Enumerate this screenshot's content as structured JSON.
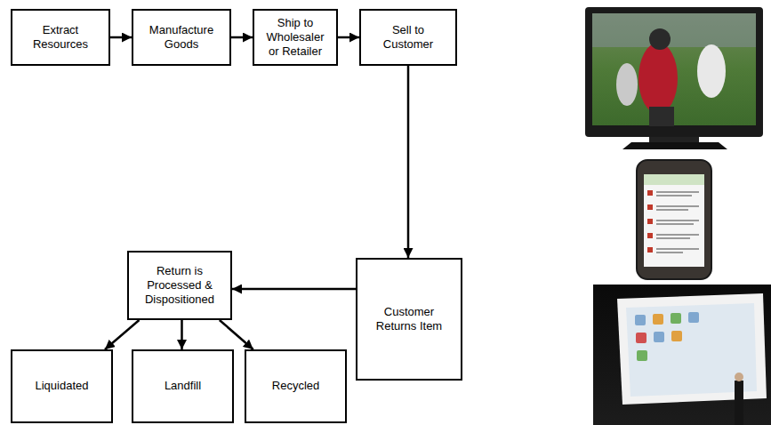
{
  "diagram": {
    "nodes": [
      {
        "text": [
          "Extract Resources"
        ]
      },
      {
        "text": [
          "Manufacture Goods"
        ]
      },
      {
        "text": [
          "Ship to Wholesaler or Retailer"
        ]
      },
      {
        "text": [
          "Sell to Customer"
        ]
      },
      {
        "text": [
          "Return is Processed & Dispositioned"
        ]
      },
      {
        "text": [
          "Customer Returns Item"
        ]
      },
      {
        "text": [
          "Liquidated"
        ]
      },
      {
        "text": [
          "Landfill"
        ]
      },
      {
        "text": [
          "Recycled"
        ]
      }
    ],
    "edges": [
      {
        "from": 0,
        "to": 1,
        "arrow": "to"
      },
      {
        "from": 1,
        "to": 2,
        "arrow": "to"
      },
      {
        "from": 2,
        "to": 3,
        "arrow": "to"
      },
      {
        "from": 3,
        "to": 5,
        "arrow": "to"
      },
      {
        "from": 5,
        "to": 4,
        "arrow": "to"
      },
      {
        "from": 4,
        "to": 6,
        "arrow": "to"
      },
      {
        "from": 4,
        "to": 7,
        "arrow": "to"
      },
      {
        "from": 4,
        "to": 8,
        "arrow": "to"
      }
    ]
  }
}
